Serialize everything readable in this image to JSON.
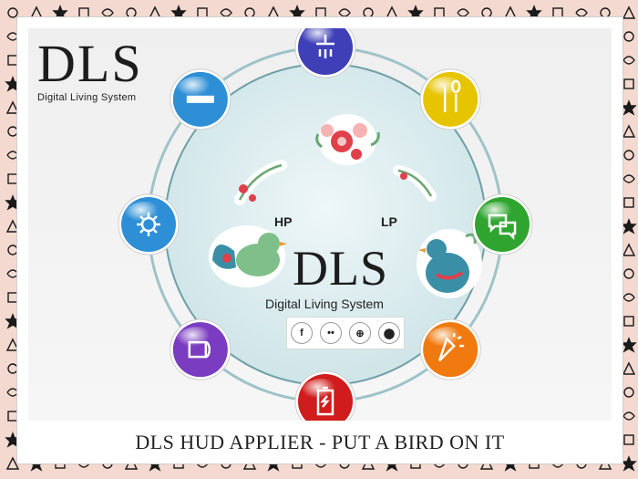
{
  "logo": {
    "title": "DLS",
    "subtitle": "Digital Living System"
  },
  "hud": {
    "title": "DLS",
    "subtitle": "Digital Living System",
    "hp_label": "HP",
    "lp_label": "LP",
    "buttons": [
      {
        "name": "shower",
        "icon": "shower-icon",
        "color": "#3f3fb8"
      },
      {
        "name": "food",
        "icon": "fork-spoon-icon",
        "color": "#e6c400"
      },
      {
        "name": "chat",
        "icon": "chat-icon",
        "color": "#2fa52f"
      },
      {
        "name": "party",
        "icon": "party-popper-icon",
        "color": "#f07a10"
      },
      {
        "name": "energy",
        "icon": "battery-icon",
        "color": "#d01c1c"
      },
      {
        "name": "toilet-paper",
        "icon": "toilet-paper-icon",
        "color": "#7a3cc0"
      },
      {
        "name": "settings",
        "icon": "gear-icon",
        "color": "#2e8fd6"
      },
      {
        "name": "minimize",
        "icon": "minus-icon",
        "color": "#2e8fd6"
      }
    ],
    "social": [
      {
        "name": "facebook",
        "glyph": "f"
      },
      {
        "name": "flickr",
        "glyph": "••"
      },
      {
        "name": "website",
        "glyph": "⊕"
      },
      {
        "name": "location",
        "glyph": "⬤"
      }
    ]
  },
  "caption": "DLS HUD APPLIER - PUT A BIRD ON IT",
  "colors": {
    "ring": "#8fb7bd",
    "disc": "#dfeef0",
    "bird_teal": "#3a8fa6",
    "bird_green": "#7fc08a",
    "accent_red": "#e0404a"
  }
}
